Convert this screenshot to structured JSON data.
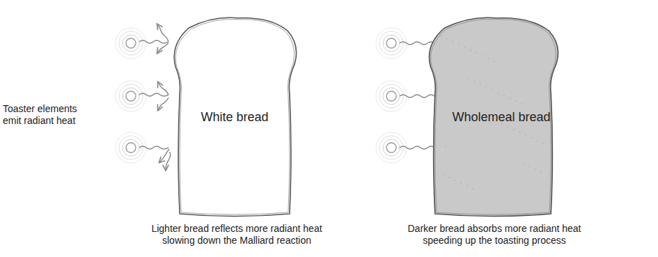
{
  "diagram": {
    "nodes": [
      {
        "text": [
          "White bread"
        ]
      },
      {
        "text": [
          "Wholemeal bread"
        ]
      }
    ],
    "labels": [
      "Toaster elements emit radiant heat",
      "Lighter bread reflects more radiant heat slowing down the Malliard reaction",
      "Darker bread absorbs more radiant heat speeding up the toasting process"
    ]
  }
}
